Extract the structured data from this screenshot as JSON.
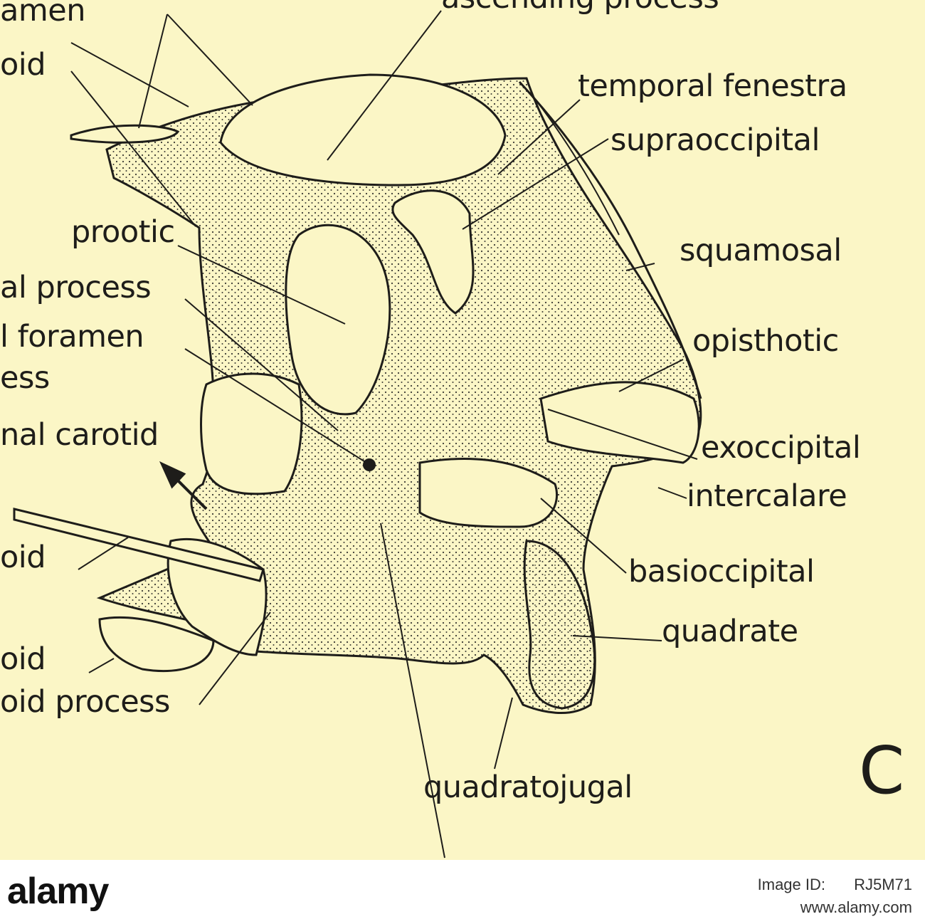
{
  "labels": {
    "amen": "amen",
    "oid_top": "oid",
    "ascending_process": "ascending process",
    "temporal_fenestra": "temporal fenestra",
    "supraoccipital": "supraoccipital",
    "prootic": "prootic",
    "al_process": "al process",
    "squamosal": "squamosal",
    "l_foramen": "l foramen",
    "opisthotic": "opisthotic",
    "ess": "ess",
    "nal_carotid": "nal carotid",
    "exoccipital": "exoccipital",
    "intercalare": "intercalare",
    "oid_mid": "oid",
    "basioccipital": "basioccipital",
    "oid_low": "oid",
    "quadrate": "quadrate",
    "oid_process": "oid process",
    "quadratojugal": "quadratojugal",
    "panel_letter": "C"
  },
  "footer": {
    "brand": "alamy",
    "image_id_label": "Image ID:",
    "image_id": "RJ5M71",
    "url": "www.alamy.com"
  },
  "colors": {
    "background": "#fbf6c6",
    "ink": "#1e1d1a",
    "stipple": "#3a3833"
  }
}
